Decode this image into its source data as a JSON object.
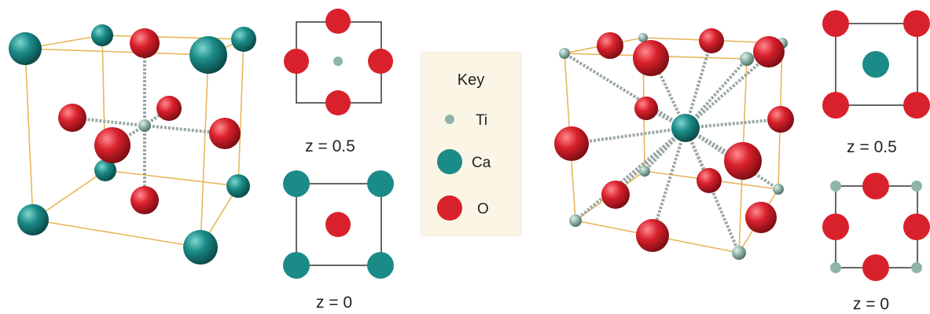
{
  "key": {
    "title": "Key",
    "items": [
      {
        "label": "Ti",
        "color": "#8fb5ab"
      },
      {
        "label": "Ca",
        "color": "#1b8b88"
      },
      {
        "label": "O",
        "color": "#d9212c"
      }
    ]
  },
  "left_structure": {
    "projection_top_label": "z = 0.5",
    "projection_bottom_label": "z = 0"
  },
  "right_structure": {
    "projection_top_label": "z = 0.5",
    "projection_bottom_label": "z = 0"
  },
  "colors": {
    "ti": "#8fb5ab",
    "ca": "#1b8b88",
    "o": "#d9212c",
    "cell_edge": "#e8b65a",
    "bond": "#9aa7a4",
    "key_bg": "#fbf5e6"
  }
}
